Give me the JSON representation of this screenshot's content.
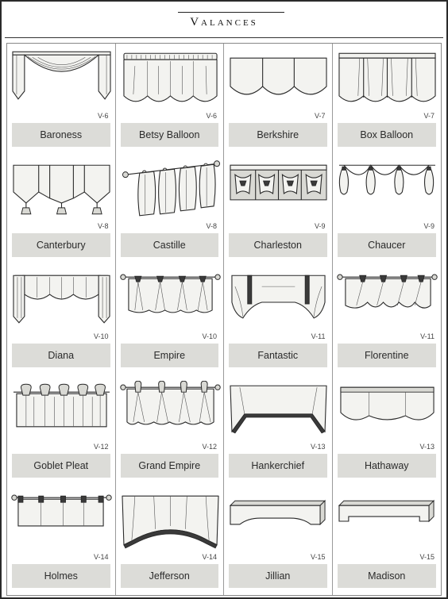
{
  "page": {
    "title": "Valances"
  },
  "items": [
    {
      "name": "Baroness",
      "code": "V-6"
    },
    {
      "name": "Betsy Balloon",
      "code": "V-6"
    },
    {
      "name": "Berkshire",
      "code": "V-7"
    },
    {
      "name": "Box Balloon",
      "code": "V-7"
    },
    {
      "name": "Canterbury",
      "code": "V-8"
    },
    {
      "name": "Castille",
      "code": "V-8"
    },
    {
      "name": "Charleston",
      "code": "V-9"
    },
    {
      "name": "Chaucer",
      "code": "V-9"
    },
    {
      "name": "Diana",
      "code": "V-10"
    },
    {
      "name": "Empire",
      "code": "V-10"
    },
    {
      "name": "Fantastic",
      "code": "V-11"
    },
    {
      "name": "Florentine",
      "code": "V-11"
    },
    {
      "name": "Goblet Pleat",
      "code": "V-12"
    },
    {
      "name": "Grand Empire",
      "code": "V-12"
    },
    {
      "name": "Hankerchief",
      "code": "V-13"
    },
    {
      "name": "Hathaway",
      "code": "V-13"
    },
    {
      "name": "Holmes",
      "code": "V-14"
    },
    {
      "name": "Jefferson",
      "code": "V-14"
    },
    {
      "name": "Jillian",
      "code": "V-15"
    },
    {
      "name": "Madison",
      "code": "V-15"
    }
  ]
}
